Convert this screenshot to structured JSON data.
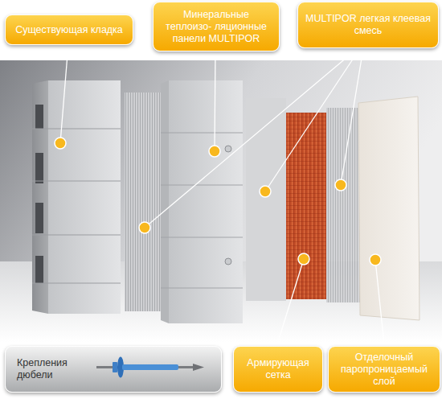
{
  "diagram": {
    "nodes": [
      {
        "text": [
          "Существующая кладка"
        ]
      },
      {
        "text": [
          "Минеральные теплоизо- ляционные панели MULTIPOR"
        ]
      },
      {
        "text": [
          "MULTIPOR легкая клеевая смесь"
        ]
      },
      {
        "text": [
          "Крепления дюбели"
        ]
      },
      {
        "text": [
          "Армирующая сетка"
        ]
      },
      {
        "text": [
          "Отделочный паропроницаемый слой"
        ]
      }
    ]
  }
}
